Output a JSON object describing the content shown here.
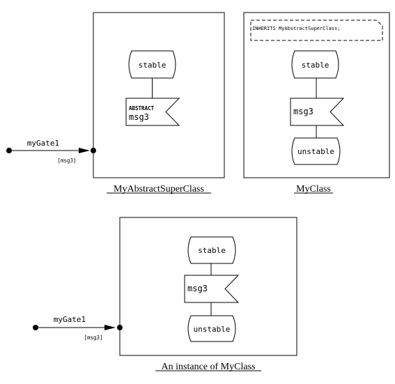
{
  "diagrams": {
    "abstract_class": {
      "caption": "MyAbstractSuperClass",
      "state_top": "stable",
      "input_keyword": "ABSTRACT",
      "input_signal": "msg3"
    },
    "myclass": {
      "caption": "MyClass",
      "inherits_text": "INHERITS MyAbstractSuperClass;",
      "state_top": "stable",
      "input_signal": "msg3",
      "state_bottom": "unstable"
    },
    "instance": {
      "caption": "An instance of MyClass",
      "state_top": "stable",
      "input_signal": "msg3",
      "state_bottom": "unstable"
    }
  },
  "gates": {
    "top": {
      "name": "myGate1",
      "signal_list": "[msg3]"
    },
    "bottom": {
      "name": "myGate1",
      "signal_list": "[msg3]"
    }
  }
}
